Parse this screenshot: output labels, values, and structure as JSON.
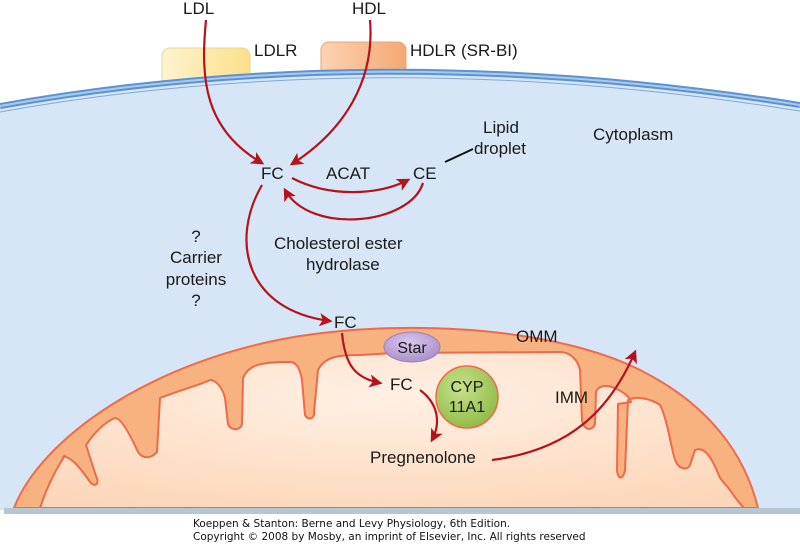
{
  "diagram": {
    "title": "Steroidogenesis: cholesterol uptake and conversion to pregnenolone",
    "labels": {
      "ldl": "LDL",
      "hdl": "HDL",
      "ldlr": "LDLR",
      "hdlr": "HDLR (SR-BI)",
      "fc_cytoplasm": "FC",
      "acat": "ACAT",
      "ce": "CE",
      "lipid_droplet_line1": "Lipid",
      "lipid_droplet_line2": "droplet",
      "cytoplasm": "Cytoplasm",
      "hydrolase_line1": "Cholesterol ester",
      "hydrolase_line2": "hydrolase",
      "carrier_q1": "?",
      "carrier_line1": "Carrier",
      "carrier_line2": "proteins",
      "carrier_q2": "?",
      "fc_omm": "FC",
      "omm": "OMM",
      "star": "Star",
      "fc_matrix": "FC",
      "cyp_line1": "CYP",
      "cyp_line2": "11A1",
      "imm": "IMM",
      "pregnenolone": "Pregnenolone"
    },
    "colors": {
      "arrow": "#b5121b",
      "cytoplasm": "#d6e6f6",
      "membrane": "#5b93d0",
      "mito_outer": "#f7b27f",
      "mito_edge": "#ef6a4a",
      "mito_matrix": "#fde0c8",
      "star": "#b59ad3",
      "cyp": "#a7cc5a",
      "ldlr": "#fde9a6",
      "hdlr": "#f6b283"
    }
  },
  "caption": {
    "line1": "Koeppen & Stanton: Berne and Levy Physiology, 6th Edition.",
    "line2": "Copyright © 2008 by Mosby, an imprint of Elsevier, Inc. All rights reserved"
  }
}
